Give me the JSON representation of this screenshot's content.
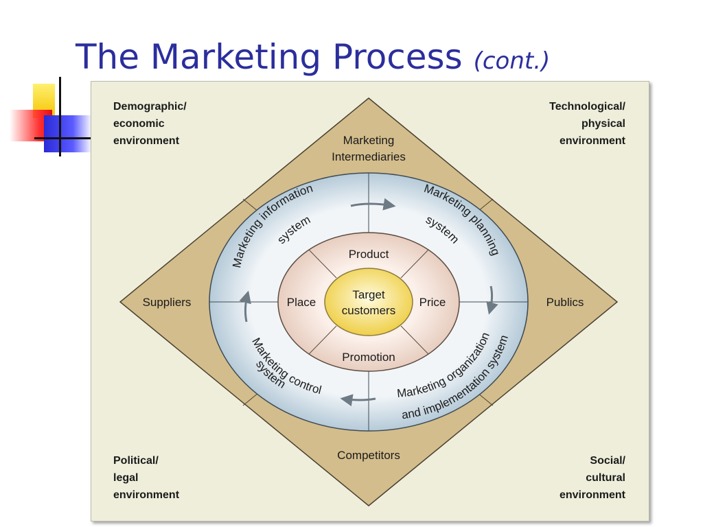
{
  "slide": {
    "title": "The Marketing Process",
    "title_suffix": "(cont.)"
  },
  "diagram": {
    "corners": {
      "top_left": "Demographic/\neconomic\nenvironment",
      "top_right": "Technological/\nphysical\nenvironment",
      "bottom_left": "Political/\nlegal\nenvironment",
      "bottom_right": "Social/\ncultural\nenvironment"
    },
    "diamond": {
      "top_line1": "Marketing",
      "top_line2": "Intermediaries",
      "left": "Suppliers",
      "right": "Publics",
      "bottom": "Competitors"
    },
    "systems": {
      "information": "Marketing information",
      "information_2": "system",
      "planning": "Marketing planning",
      "planning_2": "system",
      "organization": "Marketing organization",
      "organization_2": "and implementation system",
      "control": "Marketing control",
      "control_2": "system"
    },
    "mix": {
      "product": "Product",
      "price": "Price",
      "place": "Place",
      "promotion": "Promotion"
    },
    "center_line1": "Target",
    "center_line2": "customers"
  },
  "colors": {
    "title": "#2b2e9c",
    "panel": "#eeeedb",
    "diamond": "#d3bd8c",
    "outer_ring": "#c9d8e2",
    "mix_ring": "#eed9cf",
    "center": "#f5e07a"
  }
}
